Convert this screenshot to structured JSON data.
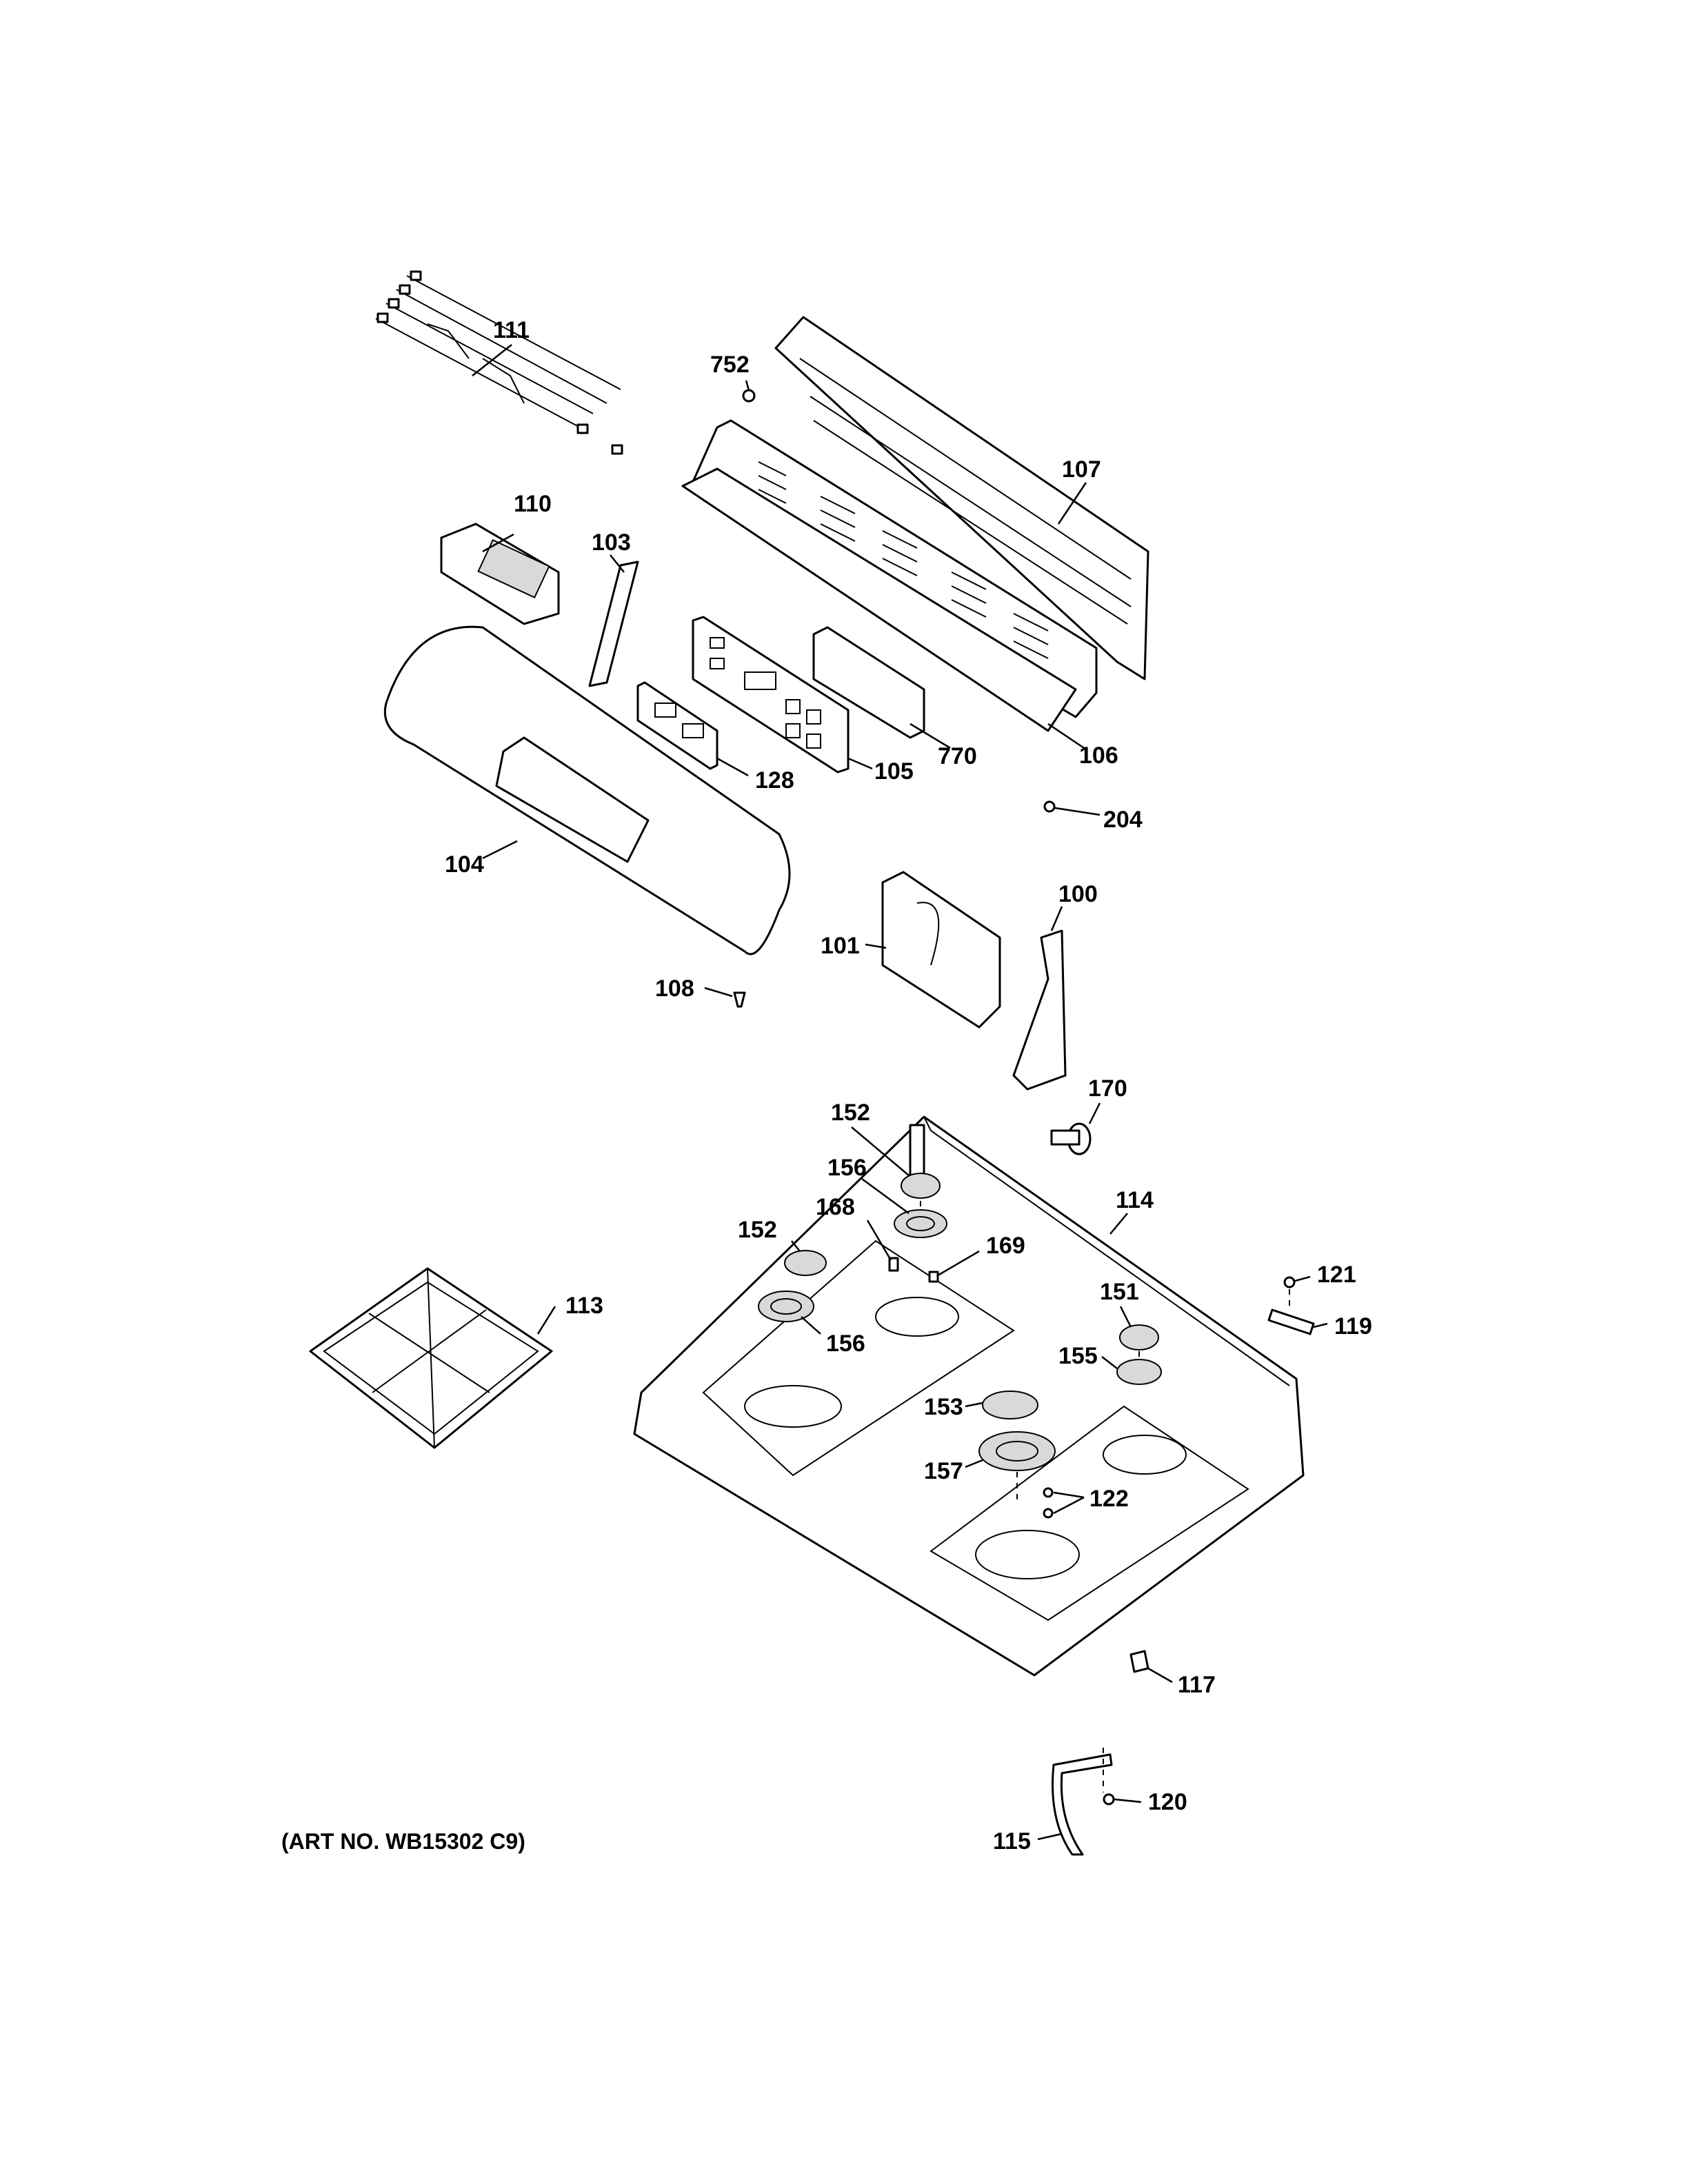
{
  "diagram": {
    "caption": "(ART NO. WB15302 C9)",
    "callouts": {
      "c111": "111",
      "c752": "752",
      "c107": "107",
      "c110": "110",
      "c103": "103",
      "c770": "770",
      "c106": "106",
      "c128": "128",
      "c105": "105",
      "c204": "204",
      "c104": "104",
      "c100": "100",
      "c101": "101",
      "c108": "108",
      "c170": "170",
      "c152a": "152",
      "c156a": "156",
      "c114": "114",
      "c152b": "152",
      "c168": "168",
      "c169": "169",
      "c121": "121",
      "c113": "113",
      "c151": "151",
      "c119": "119",
      "c156b": "156",
      "c155": "155",
      "c153": "153",
      "c157": "157",
      "c122": "122",
      "c117": "117",
      "c120": "120",
      "c115": "115"
    }
  }
}
